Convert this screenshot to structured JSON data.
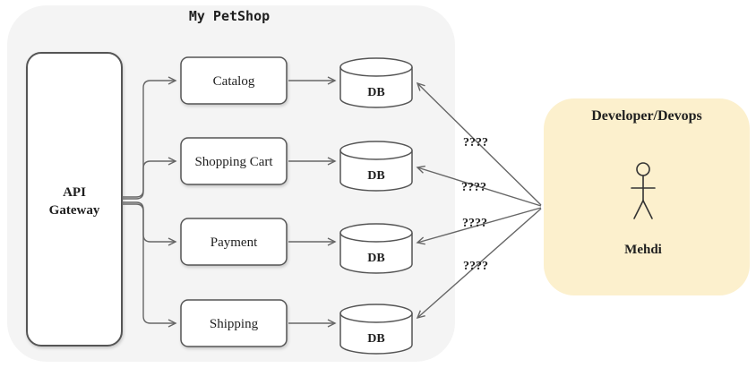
{
  "diagram": {
    "title": "My PetShop",
    "gateway": {
      "line1": "API",
      "line2": "Gateway"
    },
    "services": [
      {
        "label": "Catalog"
      },
      {
        "label": "Shopping Cart"
      },
      {
        "label": "Payment"
      },
      {
        "label": "Shipping"
      }
    ],
    "databases": [
      "DB",
      "DB",
      "DB",
      "DB"
    ],
    "questions": [
      "????",
      "????",
      "????",
      "????"
    ]
  },
  "devops": {
    "title": "Developer/Devops",
    "name": "Mehdi"
  },
  "colors": {
    "petshop_bg": "#f4f4f4",
    "devops_bg": "#fcf0cd",
    "question": "#cc0000",
    "line": "#666666",
    "text": "#1f1f1f"
  }
}
